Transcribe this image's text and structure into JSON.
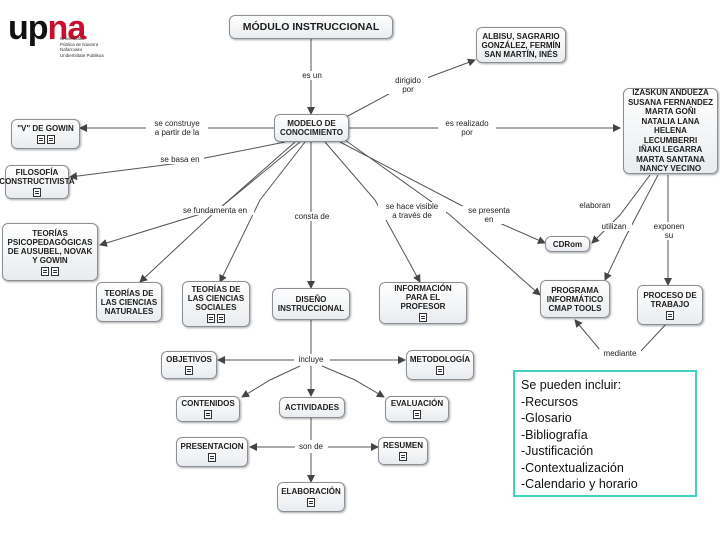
{
  "logo": {
    "word_left": "up",
    "word_right": "na",
    "subtext": "Universidad\nPública de Navarra\nNafarroako\nUnibertsitate Publikoa"
  },
  "nodes": {
    "title": "MÓDULO INSTRUCCIONAL",
    "authors1": "ALBISU, SAGRARIO\nGONZÁLEZ, FERMÍN\nSAN MARTÍN, INÉS",
    "modelo": "MODELO DE\nCONOCIMIENTO",
    "uve": "\"V\" DE GOWIN",
    "filosofia": "FILOSOFÍA\nCONSTRUCTIVISTA",
    "teorias_psico": "TEORÍAS\nPSICOPEDAGÓGICAS\nDE AUSUBEL, NOVAK\nY GOWIN",
    "authors2": "IZASKUN ANDUEZA\nSUSANA FERNANDEZ\nMARTA GOÑI\nNATALIA LANA\nHELENA LECUMBERRI\nIÑAKI LEGARRA\nMARTA SANTANA\nNANCY VECINO",
    "cdrom": "CDRom",
    "programa": "PROGRAMA\nINFORMÁTICO\nCMAP TOOLS",
    "proceso": "PROCESO DE\nTRABAJO",
    "ciencias_nat": "TEORÍAS DE\nLAS CIENCIAS\nNATURALES",
    "ciencias_soc": "TEORÍAS DE\nLAS CIENCIAS\nSOCIALES",
    "diseno": "DISEÑO\nINSTRUCCIONAL",
    "informacion": "INFORMACIÓN\nPARA EL PROFESOR",
    "objetivos": "OBJETIVOS",
    "metodologia": "METODOLOGÍA",
    "contenidos": "CONTENIDOS",
    "actividades": "ACTIVIDADES",
    "evaluacion": "EVALUACIÓN",
    "presentacion": "PRESENTACION",
    "resumen": "RESUMEN",
    "elaboracion": "ELABORACIÓN"
  },
  "link_labels": {
    "es_un": "es un",
    "dirigido_por": "dirigido\npor",
    "se_construye": "se construye\na partir de la",
    "se_basa_en": "se basa en",
    "es_realizado_por": "es realizado\npor",
    "se_fundamenta_en": "se fundamenta en",
    "consta_de": "consta de",
    "se_hace_visible": "se hace visible\na través de",
    "se_presenta_en": "se presenta\nen",
    "elaboran": "elaboran",
    "utilizan": "utilizan",
    "exponen_su": "exponen\nsu",
    "mediante": "mediante",
    "incluye": "incluye",
    "son_de": "son de"
  },
  "notes": {
    "lines": [
      "Se pueden incluir:",
      "-Recursos",
      "-Glosario",
      "-Bibliografía",
      "-Justificación",
      "-Contextualización",
      "-Calendario y horario"
    ]
  },
  "colors": {
    "link_line": "#555555",
    "notes_border": "#3fd3bf",
    "logo_red": "#c8102e"
  }
}
